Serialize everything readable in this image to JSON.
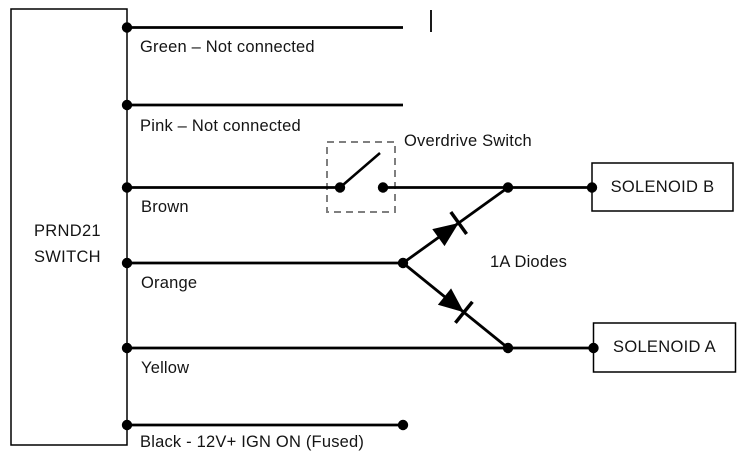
{
  "diagram": {
    "switch_box": {
      "line1": "PRND21",
      "line2": "SWITCH"
    },
    "wires": {
      "green": "Green – Not connected",
      "pink": "Pink – Not connected",
      "brown": "Brown",
      "orange": "Orange",
      "yellow": "Yellow",
      "black": "Black - 12V+ IGN ON (Fused)"
    },
    "overdrive_switch_label": "Overdrive Switch",
    "diodes_label": "1A Diodes",
    "solenoid_b_label": "SOLENOID B",
    "solenoid_a_label": "SOLENOID A",
    "colors": {
      "line": "#000000",
      "dashed_box": "#7f7f7f",
      "background": "#ffffff"
    }
  }
}
